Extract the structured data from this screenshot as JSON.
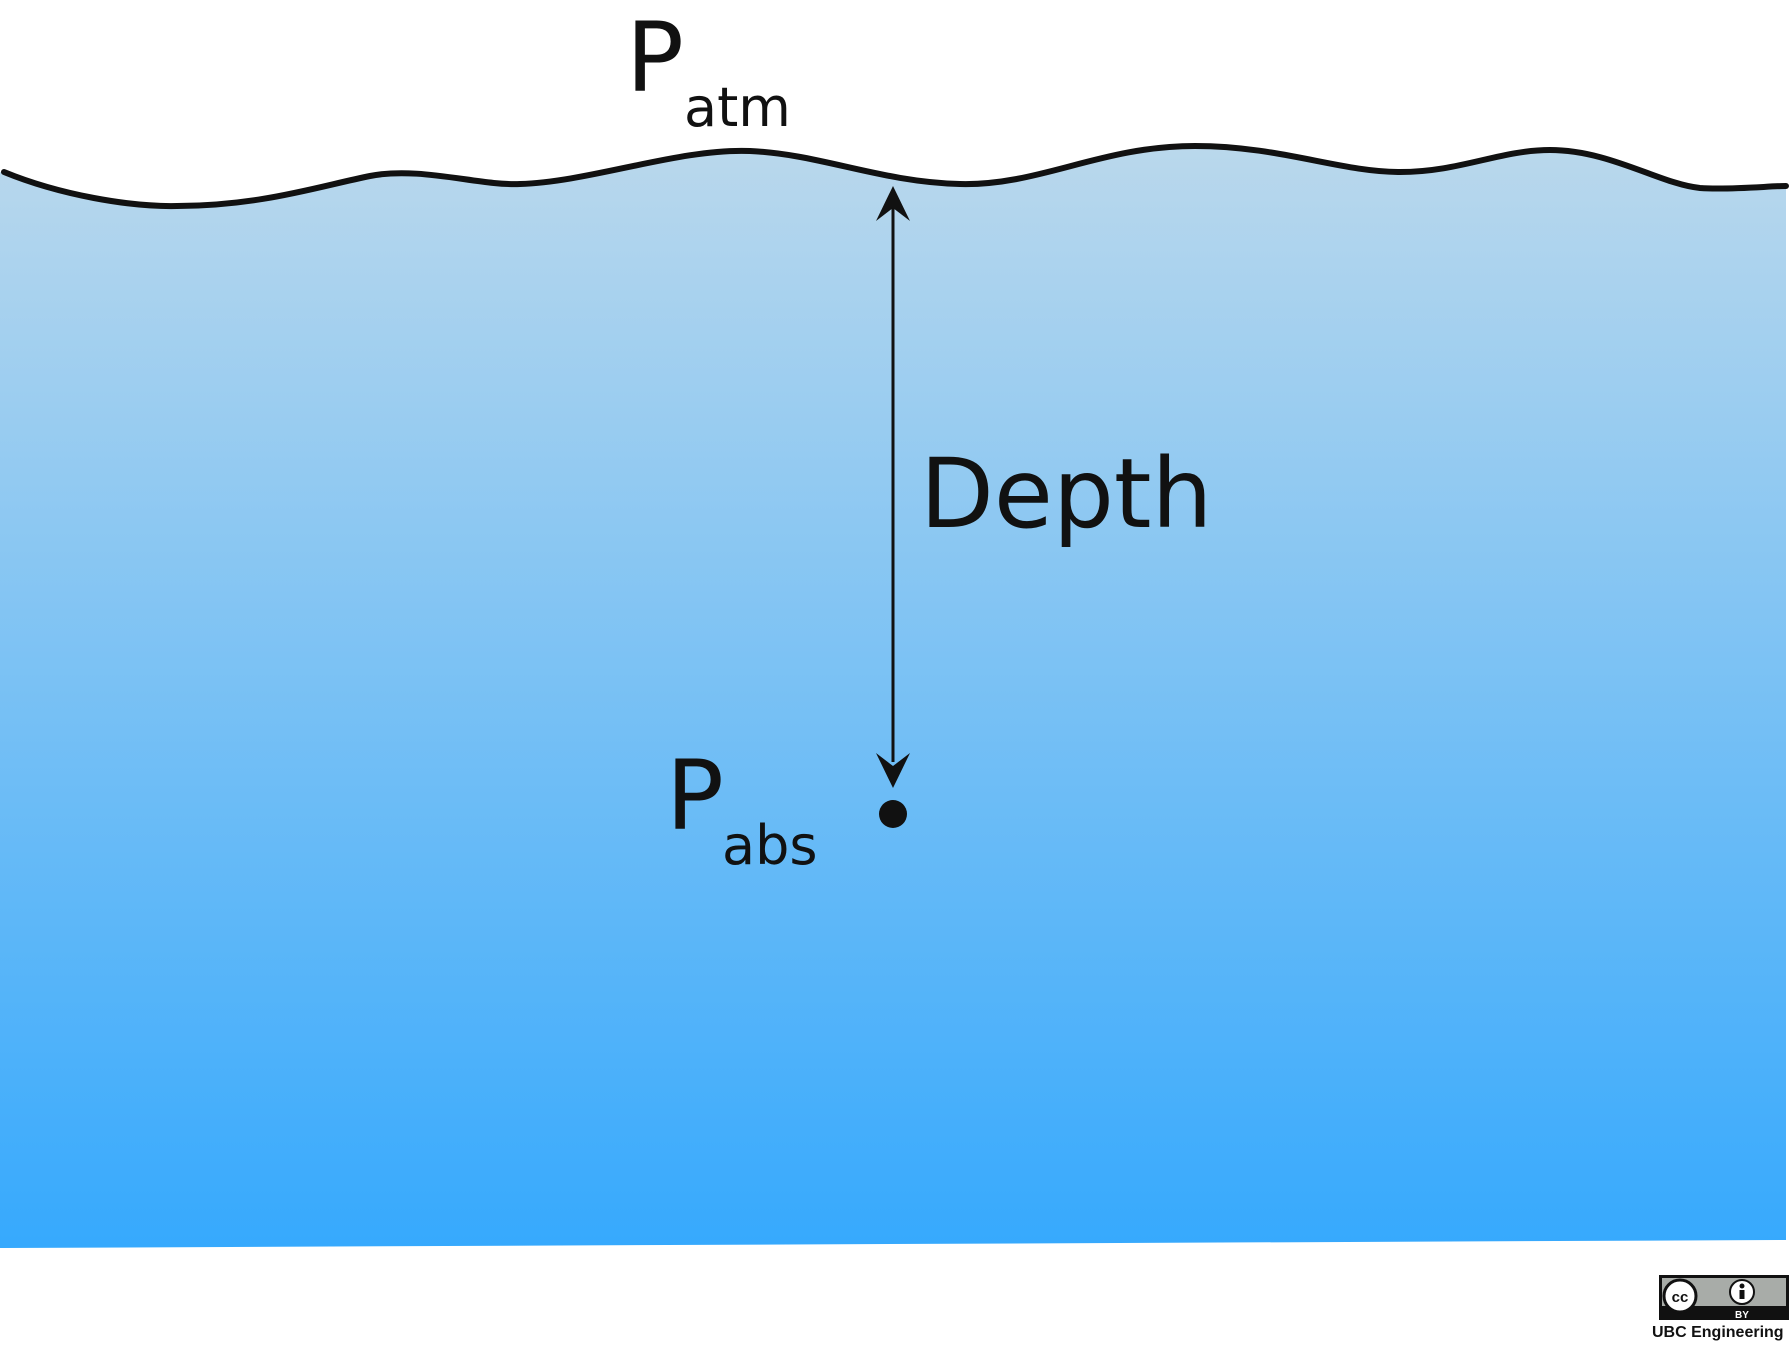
{
  "labels": {
    "surface_pressure": "P",
    "surface_pressure_sub": "atm",
    "point_pressure": "P",
    "point_pressure_sub": "abs",
    "depth": "Depth"
  },
  "license": {
    "cc_glyph": "cc",
    "by_text": "BY",
    "credit": "UBC Engineering"
  },
  "colors": {
    "water_top": "#bad8ec",
    "water_bottom": "#36a9fd",
    "line": "#111111"
  }
}
